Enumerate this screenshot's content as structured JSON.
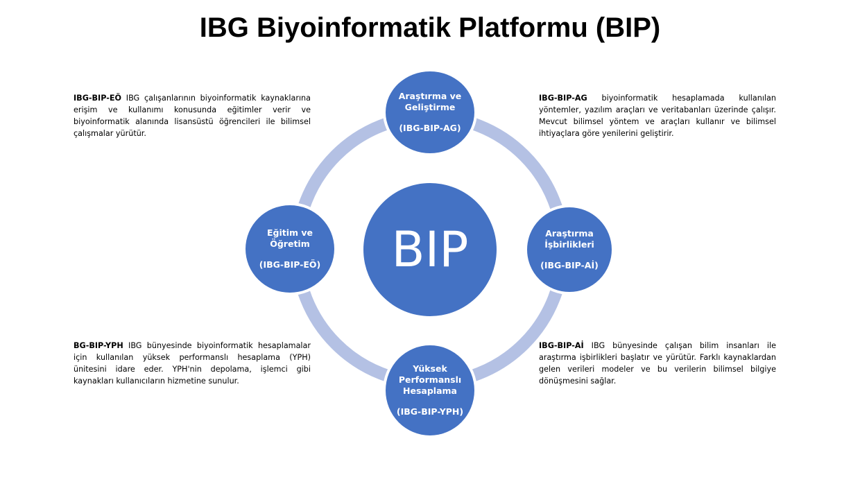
{
  "title": "IBG Biyoinformatik Platformu (BIP)",
  "center_label": "BIP",
  "colors": {
    "node": "#4472c4",
    "ring": "#b4c1e4"
  },
  "nodes": {
    "top": {
      "name": "Araştırma ve\nGeliştirme",
      "code": "(IBG-BIP-AG)"
    },
    "right": {
      "name": "Araştırma\nİşbirlikleri",
      "code": "(IBG-BIP-Aİ)"
    },
    "bottom": {
      "name": "Yüksek\nPerformanslı\nHesaplama",
      "code": "(IBG-BIP-YPH)"
    },
    "left": {
      "name": "Eğitim ve\nÖğretim",
      "code": "(IBG-BIP-EÖ)"
    }
  },
  "descriptions": {
    "top_left": {
      "code": "IBG-BIP-EÖ",
      "text": " IBG çalışanlarının biyoinformatik kaynaklarına erişim ve kullanımı konusunda eğitimler verir ve biyoinformatik alanında lisansüstü öğrencileri ile bilimsel çalışmalar yürütür."
    },
    "top_right": {
      "code": "IBG-BIP-AG",
      "text": " biyoinformatik hesaplamada kullanılan yöntemler, yazılım araçları ve veritabanları üzerinde çalışır. Mevcut bilimsel yöntem ve araçları kullanır ve bilimsel ihtiyaçlara göre yenilerini geliştirir."
    },
    "bottom_left": {
      "code": "BG-BIP-YPH",
      "text": " IBG bünyesinde biyoinformatik hesaplamalar için kullanılan yüksek performanslı hesaplama (YPH) ünitesini idare eder. YPH'nin depolama, işlemci gibi kaynakları kullanıcıların hizmetine sunulur."
    },
    "bottom_right": {
      "code": "IBG-BIP-Aİ",
      "text": " IBG bünyesinde çalışan bilim insanları ile araştırma işbirlikleri başlatır ve yürütür. Farklı kaynaklardan gelen verileri modeler ve bu verilerin bilimsel bilgiye dönüşmesini sağlar."
    }
  }
}
